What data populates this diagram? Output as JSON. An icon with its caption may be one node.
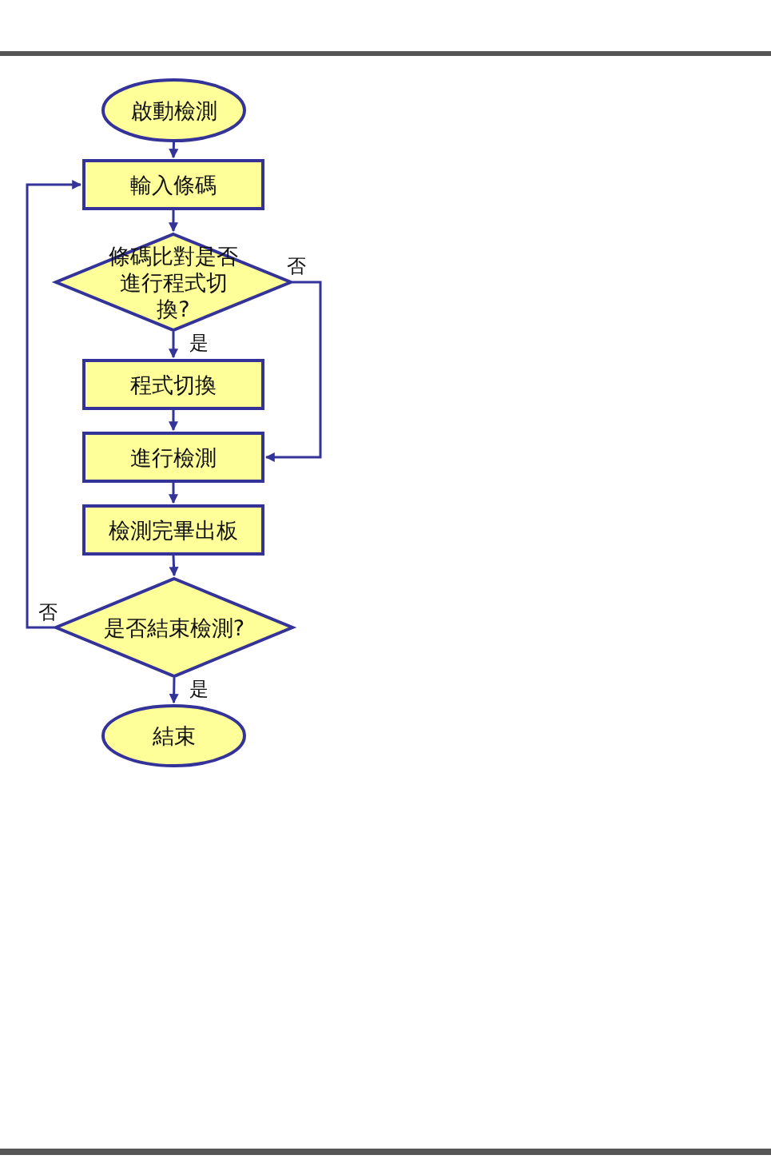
{
  "diagram": {
    "nodes": [
      {
        "text": [
          "啟動檢測"
        ]
      },
      {
        "text": [
          "輸入條碼"
        ]
      },
      {
        "text": [
          "條碼比對是否進行程式切換?"
        ]
      },
      {
        "text": [
          "程式切換"
        ]
      },
      {
        "text": [
          "進行檢測"
        ]
      },
      {
        "text": [
          "檢測完畢出板"
        ]
      },
      {
        "text": [
          "是否結束檢測?"
        ]
      },
      {
        "text": [
          "結束"
        ]
      }
    ],
    "edges": [
      {
        "from": 0,
        "to": 1,
        "arrow": "to"
      },
      {
        "from": 1,
        "to": 2,
        "arrow": "to"
      },
      {
        "from": 2,
        "to": 3,
        "arrow": "to",
        "label": "是"
      },
      {
        "from": 2,
        "to": 4,
        "arrow": "to",
        "label": "否"
      },
      {
        "from": 3,
        "to": 4,
        "arrow": "to"
      },
      {
        "from": 4,
        "to": 5,
        "arrow": "to"
      },
      {
        "from": 5,
        "to": 6,
        "arrow": "to"
      },
      {
        "from": 6,
        "to": 7,
        "arrow": "to",
        "label": "是"
      },
      {
        "from": 6,
        "to": 1,
        "arrow": "to",
        "label": "否"
      }
    ]
  }
}
